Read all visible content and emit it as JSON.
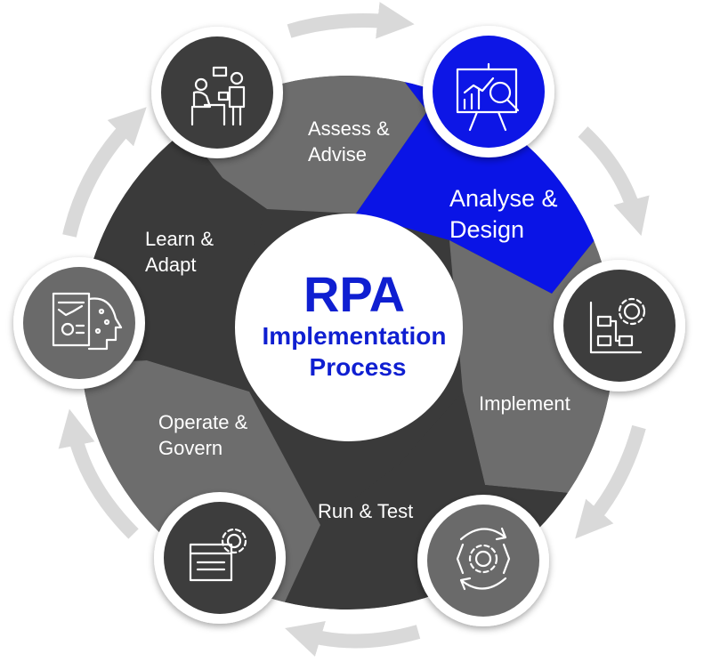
{
  "center": {
    "title": "RPA",
    "line1": "Implementation",
    "line2": "Process"
  },
  "steps": [
    {
      "label_lines": [
        "Assess &",
        "Advise"
      ],
      "icon": "meeting-icon",
      "highlighted": false
    },
    {
      "label_lines": [
        "Analyse &",
        "Design"
      ],
      "icon": "analytics-presentation-icon",
      "highlighted": true
    },
    {
      "label_lines": [
        "Implement"
      ],
      "icon": "gear-flowchart-icon",
      "highlighted": false
    },
    {
      "label_lines": [
        "Run & Test"
      ],
      "icon": "cycle-gear-icon",
      "highlighted": false
    },
    {
      "label_lines": [
        "Operate &",
        "Govern"
      ],
      "icon": "browser-gear-icon",
      "highlighted": false
    },
    {
      "label_lines": [
        "Learn &",
        "Adapt"
      ],
      "icon": "report-ai-head-icon",
      "highlighted": false
    }
  ],
  "colors": {
    "highlight": "#0a14e6",
    "segment_light": "#6d6d6d",
    "segment_dark": "#3a3a3a",
    "node_fill": "#3e3e3e",
    "arrow": "#d9d9d9",
    "center_text": "#0f1fd1"
  }
}
